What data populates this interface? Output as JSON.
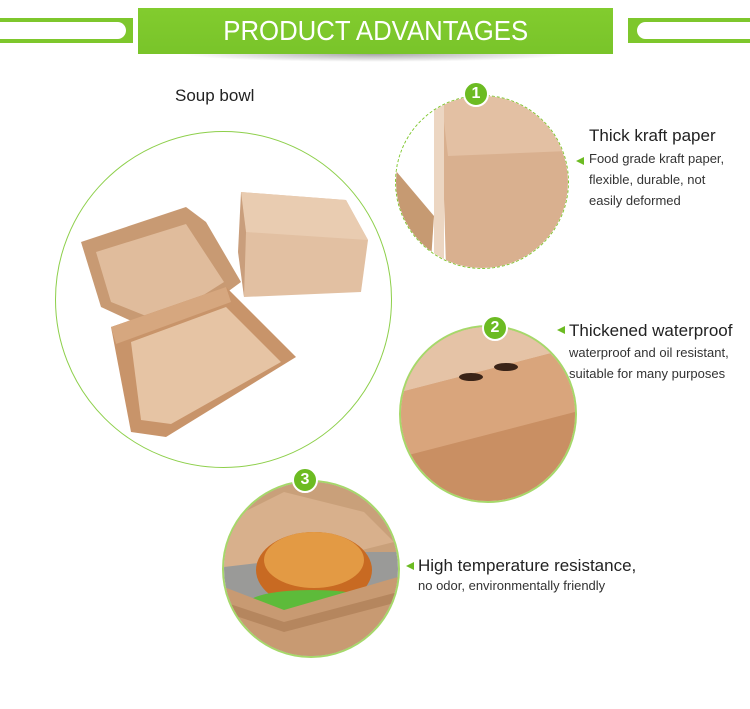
{
  "header": {
    "title": "PRODUCT ADVANTAGES",
    "accent_color": "#7ec72c"
  },
  "main_product": {
    "label": "Soup bowl",
    "image": "kraft-paper-burger-box-open-and-closed"
  },
  "features": [
    {
      "number": "1",
      "title": "Thick kraft paper",
      "description_lines": [
        "Food grade kraft paper,",
        "flexible, durable, not",
        "easily deformed"
      ],
      "image": "kraft-box-closeup-corner"
    },
    {
      "number": "2",
      "title": "Thickened waterproof",
      "description_lines": [
        "waterproof and oil resistant,",
        "suitable for many purposes"
      ],
      "image": "kraft-box-interior-closeup"
    },
    {
      "number": "3",
      "title": "High temperature resistance,",
      "description_lines": [
        "no odor, environmentally friendly"
      ],
      "image": "burger-in-kraft-box"
    }
  ]
}
